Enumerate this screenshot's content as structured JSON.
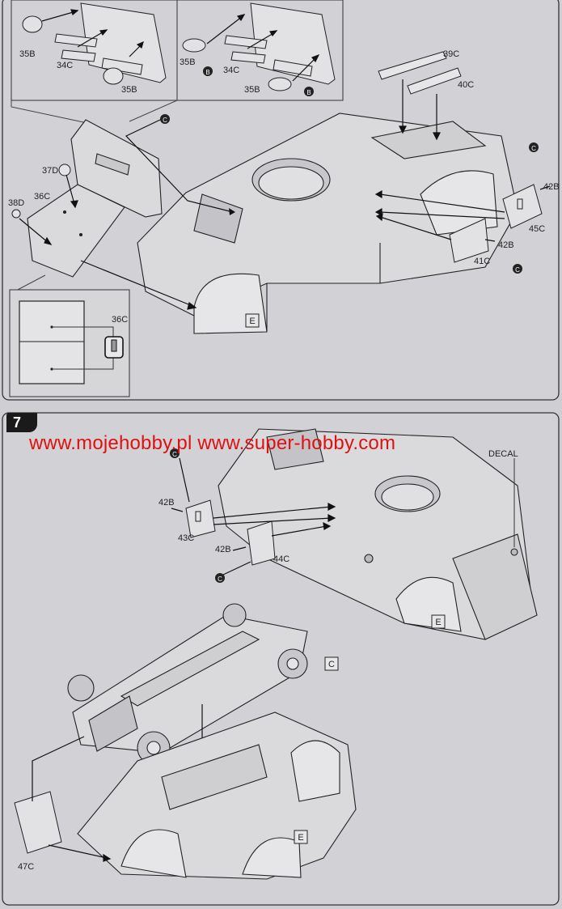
{
  "step": {
    "number": "7"
  },
  "watermark": {
    "text": "www.mojehobby.pl www.super-hobby.com"
  },
  "parts_top": {
    "p35b_a": "35B",
    "p34c_a": "34C",
    "p35b_b": "35B",
    "p35b_c": "35B",
    "p34c_b": "34C",
    "p35b_d": "35B",
    "p39c": "39C",
    "p40c": "40C",
    "p37d": "37D",
    "p36c": "36C",
    "p38d": "38D",
    "p42b_a": "42B",
    "p45c": "45C",
    "p42b_b": "42B",
    "p41c": "41C",
    "p36c_detail": "36C"
  },
  "parts_bottom": {
    "p42b_c": "42B",
    "p43c": "43C",
    "p42b_d": "42B",
    "p44c": "44C",
    "p47c": "47C",
    "decal": "DECAL"
  },
  "markers": {
    "e": "E",
    "c": "C",
    "circle_c": "C",
    "circle_b": "B"
  }
}
